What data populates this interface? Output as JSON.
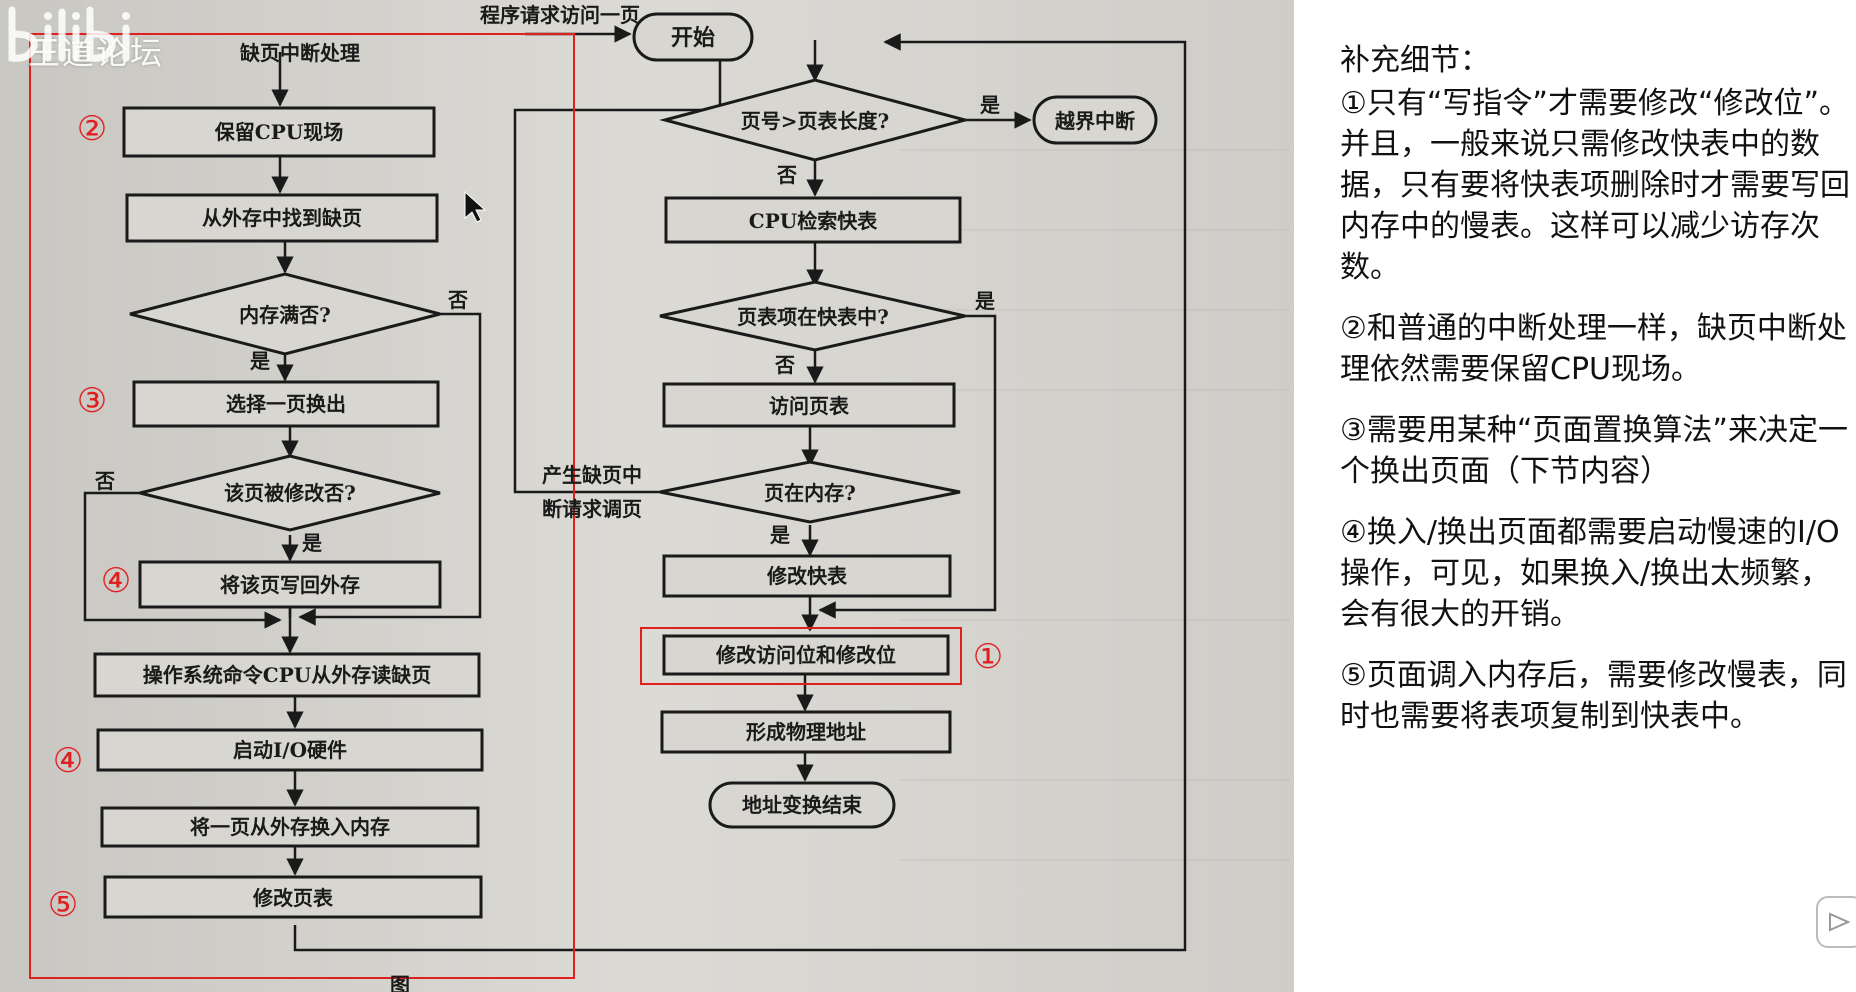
{
  "watermark": {
    "text": "王道论坛"
  },
  "diagram": {
    "top_label": "程序请求访问一页",
    "left_title": "缺页中断处理",
    "nodes": {
      "start": "开始",
      "check_len": "页号>页表长度?",
      "overflow": "越界中断",
      "cpu_search": "CPU检索快表",
      "in_tlb": "页表项在快表中?",
      "access_pt": "访问页表",
      "in_mem": "页在内存?",
      "mod_tlb": "修改快表",
      "mod_bits": "修改访问位和修改位",
      "phys_addr": "形成物理地址",
      "end": "地址变换结束",
      "save_cpu": "保留CPU现场",
      "find_page": "从外存中找到缺页",
      "mem_full": "内存满否?",
      "choose_page": "选择一页换出",
      "modified": "该页被修改否?",
      "write_back": "将该页写回外存",
      "os_cmd": "操作系统命令CPU从外存读缺页",
      "start_io": "启动I/O硬件",
      "swap_in": "将一页从外存换入内存",
      "mod_pt": "修改页表"
    },
    "labels": {
      "yes": "是",
      "no": "否",
      "page_fault_line1": "产生缺页中",
      "page_fault_line2": "断请求调页"
    },
    "markers": {
      "m1": "①",
      "m2": "②",
      "m3": "③",
      "m4a": "④",
      "m4b": "④",
      "m5": "⑤"
    },
    "caption_fragment": "图"
  },
  "notes": {
    "title": "补充细节：",
    "items": [
      "①只有“写指令”才需要修改“修改位”。并且，一般来说只需修改快表中的数据，只有要将快表项删除时才需要写回内存中的慢表。这样可以减少访存次数。",
      "②和普通的中断处理一样，缺页中断处理依然需要保留CPU现场。",
      "③需要用某种“页面置换算法”来决定一个换出页面（下节内容）",
      "④换入/换出页面都需要启动慢速的I/O操作，可见，如果换入/换出太频繁，会有很大的开销。",
      "⑤页面调入内存后，需要修改慢表，同时也需要将表项复制到快表中。"
    ]
  },
  "colors": {
    "paper": "#d6d4cf",
    "ink": "#1a1a1a",
    "highlight": "#e02020"
  }
}
